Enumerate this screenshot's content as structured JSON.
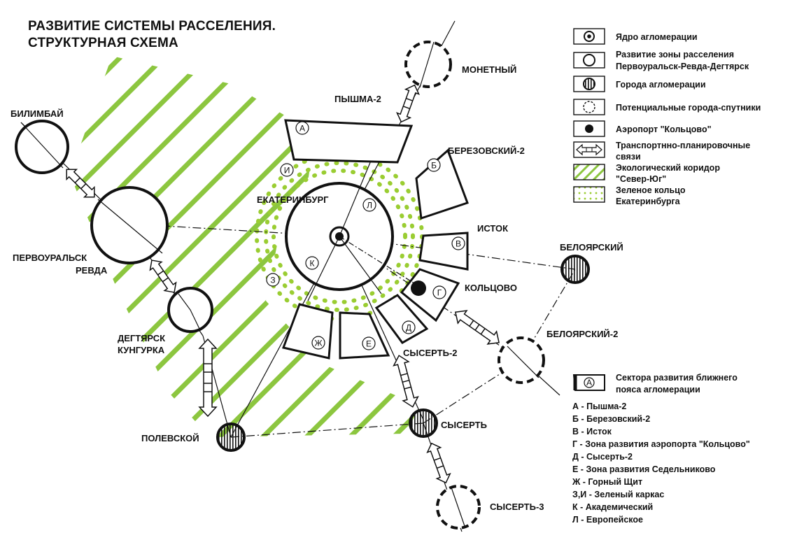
{
  "title": {
    "line1": "РАЗВИТИЕ СИСТЕМЫ РАССЕЛЕНИЯ.",
    "line2": "СТРУКТУРНАЯ СХЕМА"
  },
  "cities": {
    "ekaterinburg": "ЕКАТЕРИНБУРГ",
    "bilimbai": "БИЛИМБАЙ",
    "pervouralsk_1": "ПЕРВОУРАЛЬСК",
    "pervouralsk_2": "РЕВДА",
    "degtyarsk_1": "ДЕГТЯРСК",
    "degtyarsk_2": "КУНГУРКА",
    "polevskoy": "ПОЛЕВСКОЙ",
    "sysert": "СЫСЕРТЬ",
    "sysert3": "СЫСЕРТЬ-3",
    "sysert2": "СЫСЕРТЬ-2",
    "monetny": "МОНЕТНЫЙ",
    "pyshma2": "ПЫШМА-2",
    "berezovsky2": "БЕРЕЗОВСКИЙ-2",
    "istok": "ИСТОК",
    "beloyarsky": "БЕЛОЯРСКИЙ",
    "beloyarsky2": "БЕЛОЯРСКИЙ-2",
    "koltsovo": "КОЛЬЦОВО"
  },
  "sector_letters": {
    "a": "А",
    "b": "Б",
    "v": "В",
    "g": "Г",
    "d": "Д",
    "e": "Е",
    "zh": "Ж",
    "z": "З",
    "i": "И",
    "k": "К",
    "l": "Л"
  },
  "legend": {
    "core": "Ядро агломерации",
    "zone_1": "Развитие зоны расселения",
    "zone_2": "Первоуральск-Ревда-Дегтярск",
    "towns": "Города агломерации",
    "satellites": "Потенциальные города-спутники",
    "airport": "Аэропорт \"Кольцово\"",
    "transport_1": "Транспортнно-планировочные",
    "transport_2": "связи",
    "eco_1": "Экологический коридор",
    "eco_2": "\"Север-Юг\"",
    "green_1": "Зеленое кольцо",
    "green_2": "Екатеринбурга",
    "sectors_1": "Сектора развития ближнего",
    "sectors_2": "пояса агломерации",
    "sector_key_letter": "А"
  },
  "sector_list": [
    "А - Пышма-2",
    "Б - Березовский-2",
    "В - Исток",
    "Г - Зона развития аэропорта \"Кольцово\"",
    "Д - Сысерть-2",
    "Е - Зона развития Седельниково",
    "Ж - Горный Щит",
    "З,И - Зеленый каркас",
    "К - Академический",
    "Л - Европейское"
  ],
  "colors": {
    "eco_corridor": "#8cc63f",
    "green_ring": "#9acd32",
    "line": "#111111"
  }
}
